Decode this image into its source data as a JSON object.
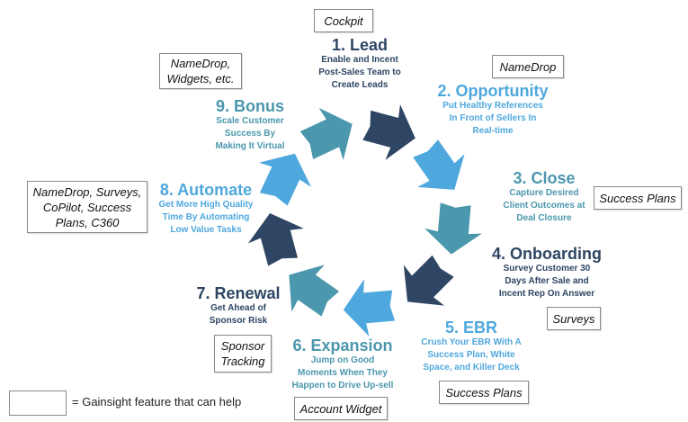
{
  "colors": {
    "navy": "#2e4663",
    "blue": "#4fa8dd",
    "teal": "#4b97ad"
  },
  "steps": [
    {
      "num": "1. Lead",
      "desc": [
        "Enable and Incent",
        "Post-Sales Team to",
        "Create Leads"
      ],
      "feature": "Cockpit",
      "color": "navy"
    },
    {
      "num": "2. Opportunity",
      "desc": [
        "Put Healthy References",
        "In Front of Sellers In",
        "Real-time"
      ],
      "feature": "NameDrop",
      "color": "blue"
    },
    {
      "num": "3. Close",
      "desc": [
        "Capture Desired",
        "Client Outcomes at",
        "Deal Closure"
      ],
      "feature": "Success Plans",
      "color": "teal"
    },
    {
      "num": "4. Onboarding",
      "desc": [
        "Survey Customer 30",
        "Days After Sale and",
        "Incent Rep On Answer"
      ],
      "feature": "Surveys",
      "color": "navy"
    },
    {
      "num": "5. EBR",
      "desc": [
        "Crush Your EBR With A",
        "Success Plan, White",
        "Space, and Killer Deck"
      ],
      "feature": "Success Plans",
      "color": "blue"
    },
    {
      "num": "6. Expansion",
      "desc": [
        "Jump on Good",
        "Moments When They",
        "Happen to Drive Up-sell"
      ],
      "feature": "Account Widget",
      "color": "teal"
    },
    {
      "num": "7. Renewal",
      "desc": [
        "Get Ahead of",
        "Sponsor Risk"
      ],
      "feature": [
        "Sponsor",
        "Tracking"
      ],
      "color": "navy"
    },
    {
      "num": "8. Automate",
      "desc": [
        "Get More High Quality",
        "Time By Automating",
        "Low Value Tasks"
      ],
      "feature": [
        "NameDrop, Surveys,",
        "CoPilot, Success",
        "Plans, C360"
      ],
      "color": "blue"
    },
    {
      "num": "9. Bonus",
      "desc": [
        "Scale Customer",
        "Success By",
        "Making It Virtual"
      ],
      "feature": [
        "NameDrop,",
        "Widgets, etc."
      ],
      "color": "teal"
    }
  ],
  "arrow_colors": [
    "navy",
    "blue",
    "teal",
    "navy",
    "blue",
    "teal",
    "navy",
    "blue",
    "teal"
  ],
  "legend": {
    "text": "= Gainsight feature that can help"
  }
}
